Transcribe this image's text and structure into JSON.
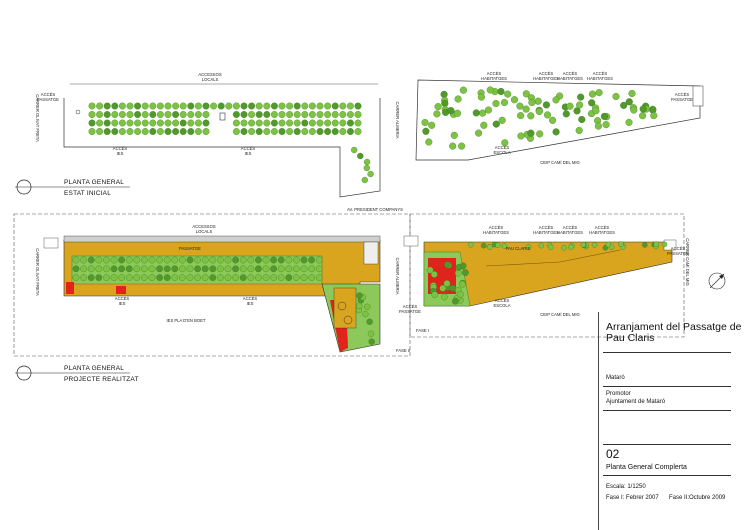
{
  "plan_top": {
    "caption_title": "PLANTA GENERAL",
    "caption_subtitle": "ESTAT INICIAL",
    "accessos_locals": [
      "ACCESSOS",
      "LOCALS"
    ],
    "acces_passatge_left": [
      "ACCÉS",
      "PASSATGE"
    ],
    "acces_ies_1": [
      "ACCÉS",
      "IES"
    ],
    "acces_ies_2": [
      "ACCÉS",
      "IES"
    ],
    "street_left": "CARRER OLIVAT FRETA",
    "street_mid": "CARRER ALMERIA",
    "acces_habitatges": [
      [
        "ACCÉS",
        "HABITATGES"
      ],
      [
        "ACCÉS",
        "HABITATGES"
      ],
      [
        "ACCÉS",
        "HABITATGES"
      ],
      [
        "ACCÉS",
        "HABITATGES"
      ]
    ],
    "acces_passatge_right": [
      "ACCÉS",
      "PASSATGE"
    ],
    "acces_escola": [
      "ACCÉS",
      "ESCOLA"
    ],
    "ceip": "CEIP CAMÍ DEL MIG"
  },
  "plan_bottom": {
    "caption_title": "PLANTA GENERAL",
    "caption_subtitle": "PROJECTE REALITZAT",
    "avenue": "AV. PRESIDENT COMPANYS",
    "accessos_locals": [
      "ACCESSOS",
      "LOCALS"
    ],
    "passatge": "PASSATGE",
    "pau_claris": "PAU CLARIS",
    "acces_ies_1": [
      "ACCÉS",
      "IES"
    ],
    "acces_ies_2": [
      "ACCÉS",
      "IES"
    ],
    "ies_name": "IES PLA D'EN BOET",
    "fase_ii": "FASE II",
    "fase_i": "FASE I",
    "street_left": "CARRER OLIVAT FRETA",
    "street_mid": "CARRER ALMERIA",
    "street_right": "CARRER CAMÍ DEL MIG",
    "acces_habitatges": [
      [
        "ACCÉS",
        "HABITATGES"
      ],
      [
        "ACCÉS",
        "HABITATGES"
      ],
      [
        "ACCÉS",
        "HABITATGES"
      ],
      [
        "ACCÉS",
        "HABITATGES"
      ]
    ],
    "acces_passatge_left": [
      "ACCÉS",
      "PASSATGE"
    ],
    "acces_passatge_right": [
      "ACCÉS",
      "PASSATGE"
    ],
    "acces_escola": [
      "ACCÉS",
      "ESCOLA"
    ],
    "ceip": "CEIP CAMÍ DEL MIG"
  },
  "title_block": {
    "project_title": "Arranjament del Passatge de Pau Claris",
    "project_title_line1": "Arranjament del Passatge de",
    "project_title_line2": "Pau Claris",
    "city": "Mataró",
    "promoter_label": "Promotor",
    "promoter": "Ajuntament de Mataró",
    "sheet_number": "02",
    "sheet_title": "Planta General Complerta",
    "scale": "Escala: 1/1250",
    "fase_1_date": "Fase I: Febrer 2007",
    "fase_2_date": "Fase II:Octubre 2009"
  },
  "colors": {
    "tree": "#7cc243",
    "tree_dark": "#4f9a2b",
    "paving": "#d9a41e",
    "paving_dark": "#b48212",
    "play_area": "#e0231b",
    "lawn": "#8cc85a"
  }
}
